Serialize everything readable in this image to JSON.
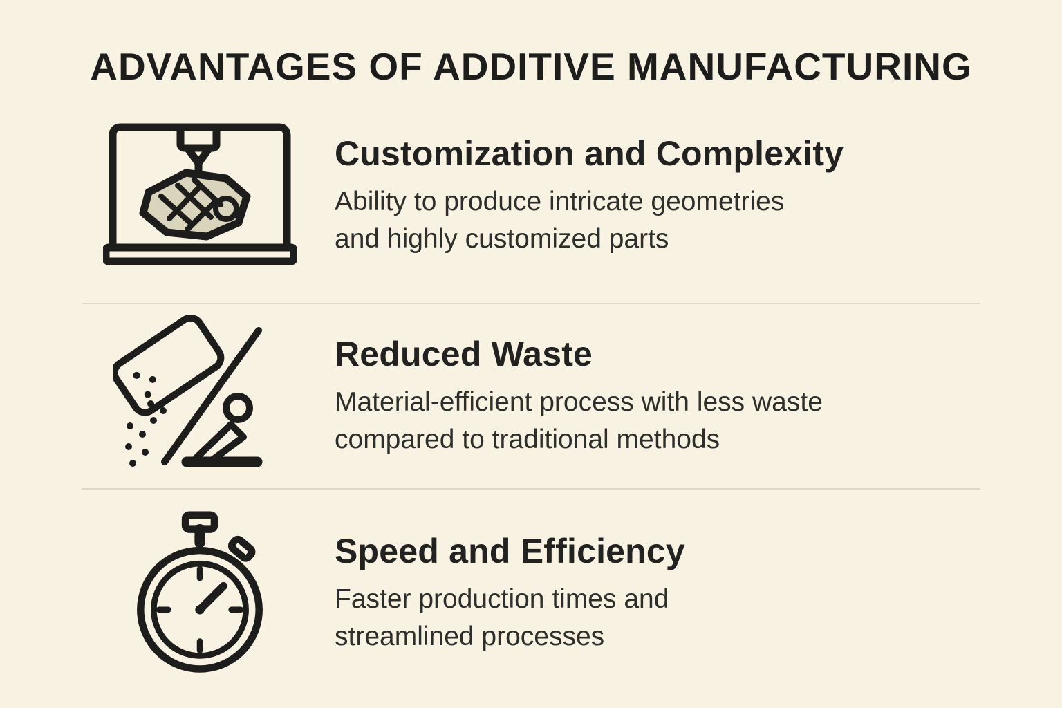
{
  "title": "ADVANTAGES OF ADDITIVE MANUFACTURING",
  "colors": {
    "background": "#f7f2e2",
    "text": "#1d1d1b",
    "heading": "#222220",
    "body_text": "#2e2e2a",
    "divider": "#ddd7c5",
    "icon_stroke": "#1d1d1b",
    "icon_object_fill": "#d9d4bc"
  },
  "sections": [
    {
      "id": "customization-and-complexity",
      "icon": "3d-printer-icon",
      "heading": "Customization and Complexity",
      "lines": [
        "Ability to produce intricate geometries",
        "and highly customized parts"
      ]
    },
    {
      "id": "reduced-waste",
      "icon": "material-waste-icon",
      "heading": "Reduced Waste",
      "lines": [
        "Material-efficient process with less waste",
        "compared to traditional methods"
      ]
    },
    {
      "id": "speed-and-efficiency",
      "icon": "stopwatch-icon",
      "heading": "Speed and Efficiency",
      "lines": [
        "Faster production times and",
        "streamlined processes"
      ]
    }
  ]
}
